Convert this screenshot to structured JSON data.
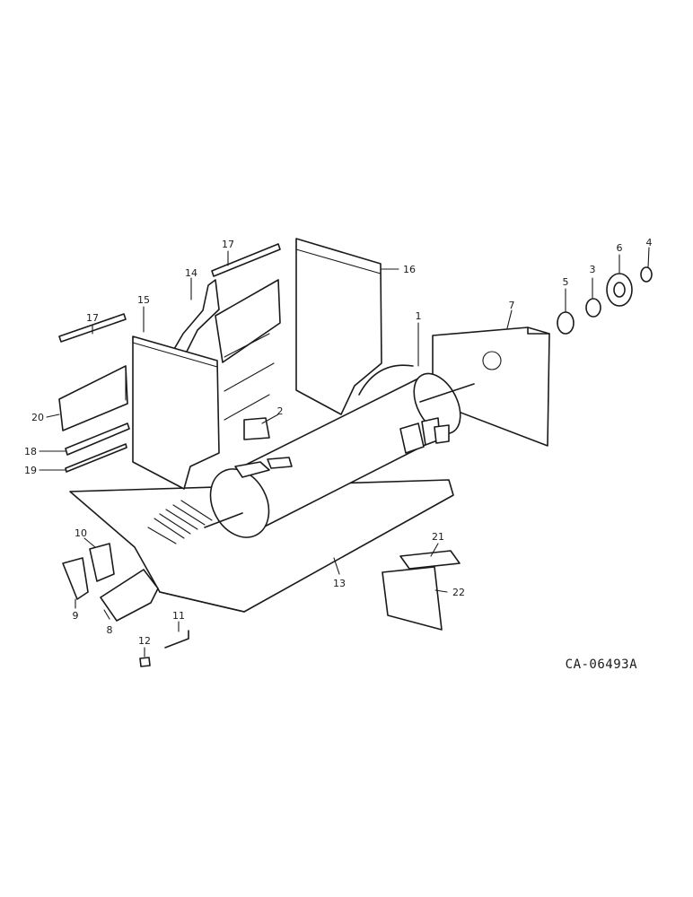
{
  "diagram": {
    "drawing_code": "CA-06493A",
    "callouts": [
      "1",
      "2",
      "3",
      "4",
      "5",
      "6",
      "7",
      "8",
      "9",
      "10",
      "11",
      "12",
      "13",
      "14",
      "15",
      "16",
      "17",
      "17",
      "18",
      "19",
      "20",
      "21",
      "22"
    ]
  }
}
